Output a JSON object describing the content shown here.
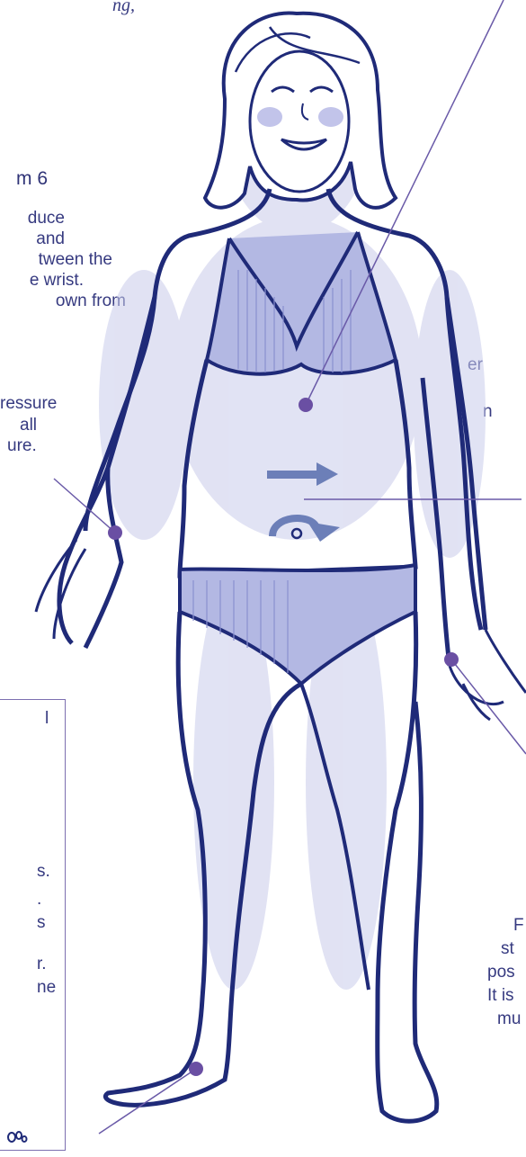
{
  "top_fragment": "ng,",
  "left_heading": "m 6",
  "left_text_lines": [
    "duce",
    "and",
    "tween the",
    "e wrist.",
    "own from"
  ],
  "left_text2_lines": [
    "ressure",
    "all",
    "ure."
  ],
  "right_fragments": [
    "er",
    "n"
  ],
  "box_fragments": [
    "l",
    "s.",
    ".",
    "s",
    "r.",
    "ne"
  ],
  "bottom_right_lines": [
    "F",
    "st",
    "pos",
    "It is",
    "mu"
  ],
  "icons": {
    "arrow": "right-arrow-icon",
    "rotate": "clockwise-rotation-icon",
    "foot": "footprint-icon"
  },
  "colors": {
    "outline": "#1f2a78",
    "shading": "#b9bde6",
    "marker": "#6a4fa3",
    "accent_arrow": "#6c7fb8"
  }
}
